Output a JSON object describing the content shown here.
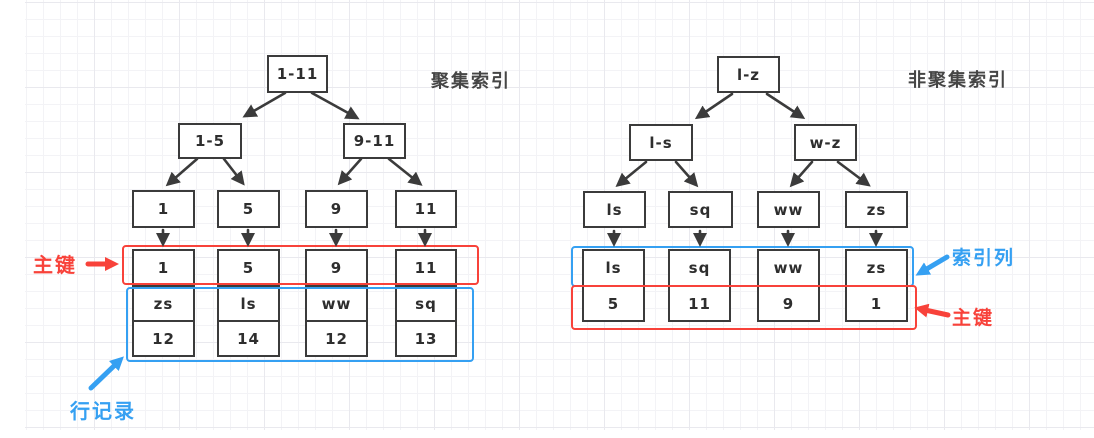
{
  "diagram": {
    "left": {
      "title": "聚集索引",
      "tree": {
        "root": "1-11",
        "internal": [
          "1-5",
          "9-11"
        ],
        "leaves": [
          "1",
          "5",
          "9",
          "11"
        ]
      },
      "table": {
        "pk_row": [
          "1",
          "5",
          "9",
          "11"
        ],
        "name_row": [
          "zs",
          "ls",
          "ww",
          "sq"
        ],
        "num_row": [
          "12",
          "14",
          "12",
          "13"
        ]
      },
      "labels": {
        "primary_key": "主键",
        "row_record": "行记录"
      }
    },
    "right": {
      "title": "非聚集索引",
      "tree": {
        "root": "l-z",
        "internal": [
          "l-s",
          "w-z"
        ],
        "leaves": [
          "ls",
          "sq",
          "ww",
          "zs"
        ]
      },
      "table": {
        "index_row": [
          "ls",
          "sq",
          "ww",
          "zs"
        ],
        "pk_row": [
          "5",
          "11",
          "9",
          "1"
        ]
      },
      "labels": {
        "index_column": "索引列",
        "primary_key": "主键"
      }
    },
    "colors": {
      "red_accent": "#f8423a",
      "blue_accent": "#35a0f2",
      "node_border": "#3b3b3b"
    }
  }
}
